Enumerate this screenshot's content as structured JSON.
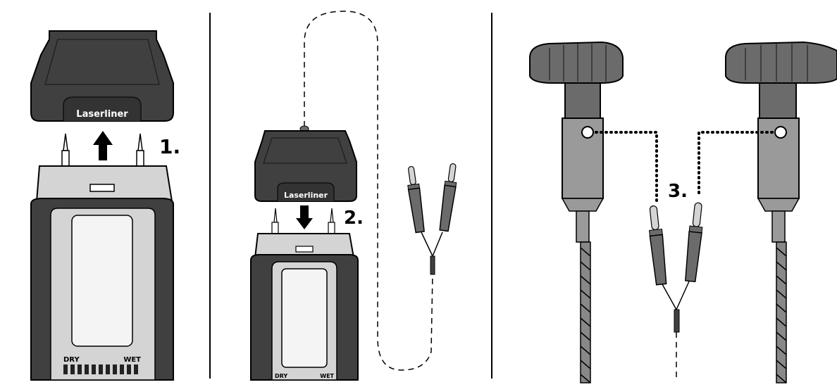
{
  "panels": [
    {
      "step_label": "1.",
      "cap_brand": "Laserliner",
      "scale_left": "DRY",
      "scale_right": "WET"
    },
    {
      "step_label": "2.",
      "cap_brand": "Laserliner",
      "scale_left": "DRY",
      "scale_right": "WET"
    },
    {
      "step_label": "3."
    }
  ],
  "colors": {
    "device_dark": "#404040",
    "device_mid": "#6b6b6b",
    "device_light": "#d4d4d4",
    "screen": "#f4f4f4",
    "probe_metal": "#9a9a9a",
    "line": "#000000"
  }
}
